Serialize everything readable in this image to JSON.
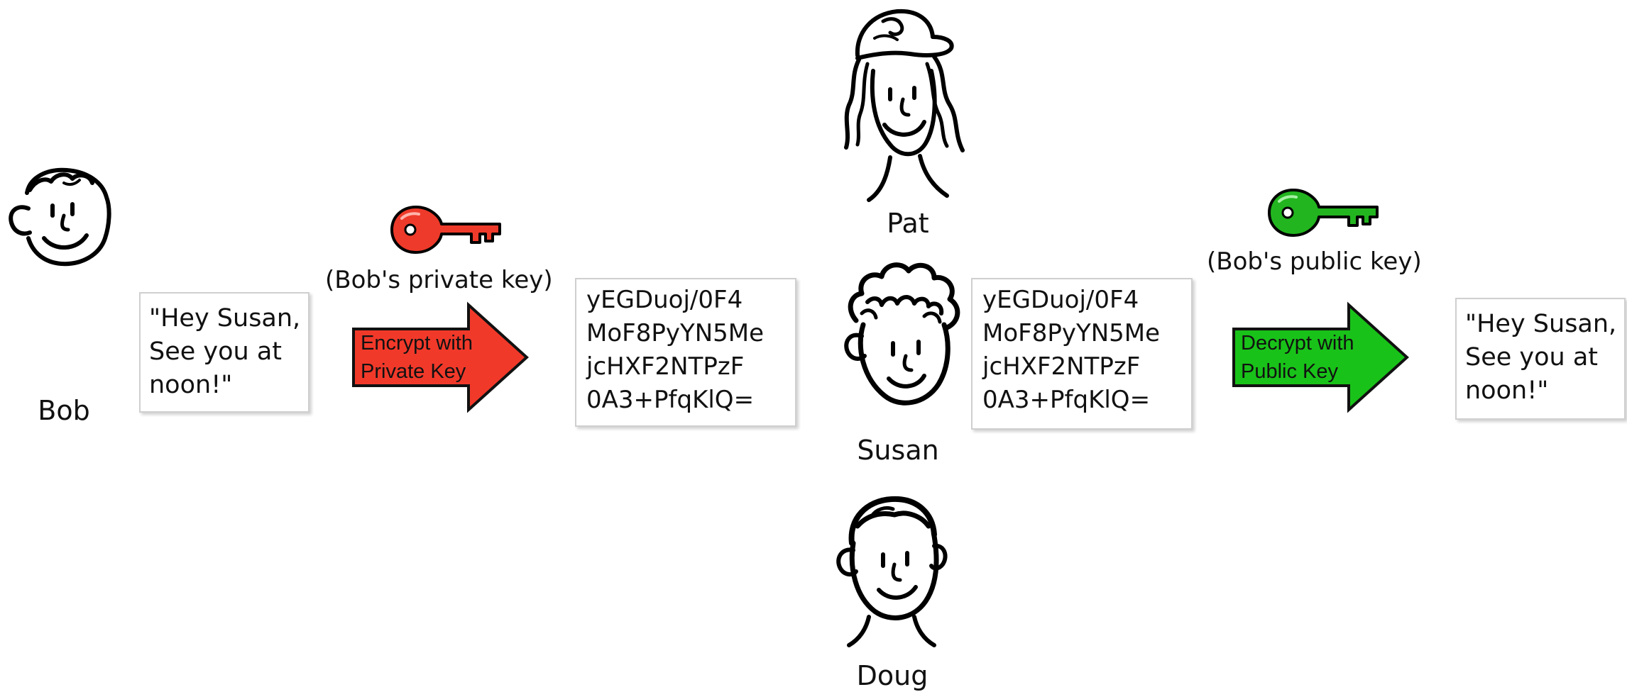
{
  "people": {
    "bob": "Bob",
    "pat": "Pat",
    "susan": "Susan",
    "doug": "Doug"
  },
  "plaintext": {
    "lines": [
      "\"Hey Susan,",
      "See you at",
      "noon!\""
    ]
  },
  "plaintext_out": {
    "lines": [
      "\"Hey Susan,",
      "See you at",
      "noon!\""
    ]
  },
  "ciphertext": {
    "lines": [
      "yEGDuoj/0F4",
      "MoF8PyYN5Me",
      "jcHXF2NTPzF",
      "0A3+PfqKlQ="
    ]
  },
  "ciphertext_copy": {
    "lines": [
      "yEGDuoj/0F4",
      "MoF8PyYN5Me",
      "jcHXF2NTPzF",
      "0A3+PfqKlQ="
    ]
  },
  "private_key": {
    "caption": "(Bob's private key)",
    "color": "#ee3a2a",
    "icon": "key-icon"
  },
  "public_key": {
    "caption": "(Bob's public key)",
    "color": "#22b51f",
    "icon": "key-icon"
  },
  "encrypt_arrow": {
    "line1": "Encrypt with",
    "line2": "Private Key",
    "color": "#f1392a"
  },
  "decrypt_arrow": {
    "line1": "Decrypt with",
    "line2": "Public Key",
    "color": "#19c219"
  }
}
